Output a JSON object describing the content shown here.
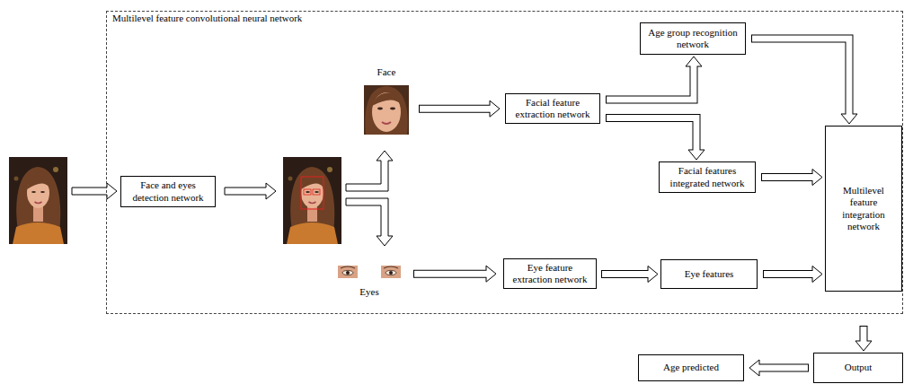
{
  "diagram": {
    "nodes": [
      {
        "text": [
          "Multilevel feature convolutional neural network"
        ]
      },
      {
        "text": [
          "Face and eyes detection network"
        ],
        "in": 0
      },
      {
        "text": [
          "Face"
        ],
        "in": 0
      },
      {
        "text": [
          "Facial feature extraction network"
        ],
        "in": 0
      },
      {
        "text": [
          "Age group recognition network"
        ],
        "in": 0
      },
      {
        "text": [
          "Facial features integrated network"
        ],
        "in": 0
      },
      {
        "text": [
          "Eyes"
        ],
        "in": 0
      },
      {
        "text": [
          "Eye feature extraction network"
        ],
        "in": 0
      },
      {
        "text": [
          "Eye features"
        ],
        "in": 0
      },
      {
        "text": [
          "Multilevel feature integration network"
        ],
        "in": 0
      },
      {
        "text": [
          "Output"
        ]
      },
      {
        "text": [
          "Age predicted"
        ]
      }
    ],
    "edges": [
      {
        "from": 2,
        "to": 3,
        "arrow": "to"
      },
      {
        "from": 3,
        "to": 4,
        "arrow": "to"
      },
      {
        "from": 3,
        "to": 5,
        "arrow": "to"
      },
      {
        "from": 4,
        "to": 9,
        "arrow": "to"
      },
      {
        "from": 5,
        "to": 9,
        "arrow": "to"
      },
      {
        "from": 6,
        "to": 7,
        "arrow": "to"
      },
      {
        "from": 7,
        "to": 8,
        "arrow": "to"
      },
      {
        "from": 8,
        "to": 9,
        "arrow": "to"
      },
      {
        "from": 9,
        "to": 10,
        "arrow": "to"
      },
      {
        "from": 10,
        "to": 11,
        "arrow": "to"
      }
    ]
  }
}
